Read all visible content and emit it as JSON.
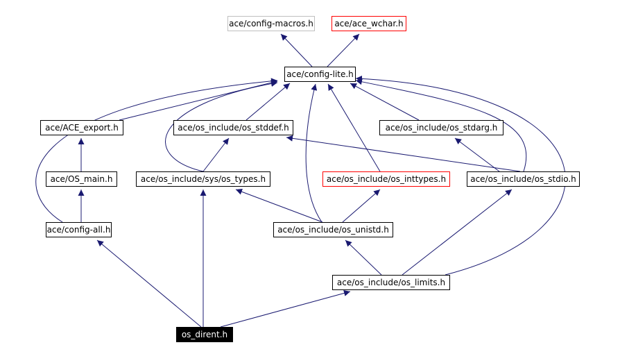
{
  "colors": {
    "edge": "#191970",
    "node_border": "#000000",
    "node_border_gray": "#bfbfbf",
    "node_border_red": "#ff0000",
    "current_fill": "#000000",
    "current_text": "#ffffff"
  },
  "nodes": {
    "config_macros": "ace/config-macros.h",
    "ace_wchar": "ace/ace_wchar.h",
    "config_lite": "ace/config-lite.h",
    "ace_export": "ace/ACE_export.h",
    "os_stddef": "ace/os_include/os_stddef.h",
    "os_stdarg": "ace/os_include/os_stdarg.h",
    "os_main": "ace/OS_main.h",
    "sys_os_types": "ace/os_include/sys/os_types.h",
    "os_inttypes": "ace/os_include/os_inttypes.h",
    "os_stdio": "ace/os_include/os_stdio.h",
    "config_all": "ace/config-all.h",
    "os_unistd": "ace/os_include/os_unistd.h",
    "os_limits": "ace/os_include/os_limits.h",
    "os_dirent": "os_dirent.h"
  },
  "edges": [
    {
      "from": "config_lite",
      "to": "config_macros"
    },
    {
      "from": "config_lite",
      "to": "ace_wchar"
    },
    {
      "from": "ace_export",
      "to": "config_lite"
    },
    {
      "from": "os_stddef",
      "to": "config_lite"
    },
    {
      "from": "os_stdarg",
      "to": "config_lite"
    },
    {
      "from": "os_main",
      "to": "ace_export"
    },
    {
      "from": "sys_os_types",
      "to": "os_stddef"
    },
    {
      "from": "sys_os_types",
      "to": "config_lite"
    },
    {
      "from": "os_inttypes",
      "to": "config_lite"
    },
    {
      "from": "os_stdio",
      "to": "os_stddef"
    },
    {
      "from": "os_stdio",
      "to": "os_stdarg"
    },
    {
      "from": "os_stdio",
      "to": "config_lite"
    },
    {
      "from": "config_all",
      "to": "os_main"
    },
    {
      "from": "config_all",
      "to": "config_lite"
    },
    {
      "from": "os_unistd",
      "to": "sys_os_types"
    },
    {
      "from": "os_unistd",
      "to": "os_inttypes"
    },
    {
      "from": "os_unistd",
      "to": "config_lite"
    },
    {
      "from": "os_limits",
      "to": "os_unistd"
    },
    {
      "from": "os_limits",
      "to": "os_stdio"
    },
    {
      "from": "os_limits",
      "to": "config_lite"
    },
    {
      "from": "os_dirent",
      "to": "config_all"
    },
    {
      "from": "os_dirent",
      "to": "sys_os_types"
    },
    {
      "from": "os_dirent",
      "to": "os_limits"
    }
  ]
}
